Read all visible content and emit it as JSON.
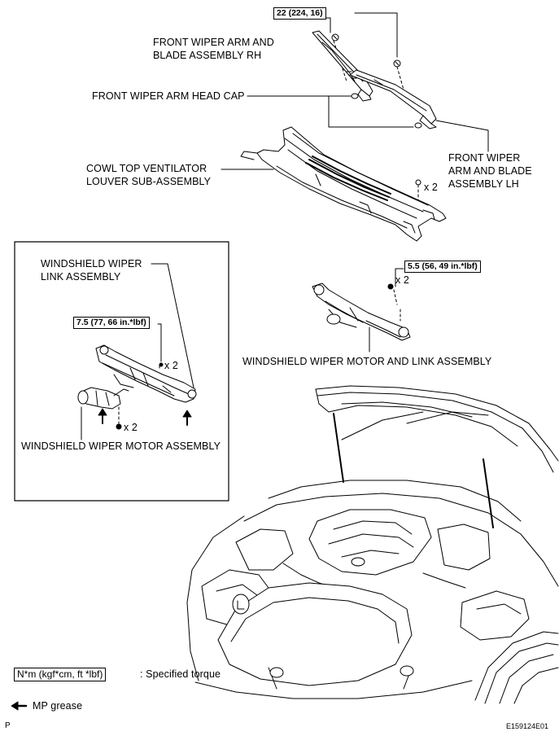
{
  "torque_top": "22 (224, 16)",
  "torque_inset": "7.5 (77, 66 in.*lbf)",
  "torque_right": "5.5 (56, 49 in.*lbf)",
  "labels": {
    "arm_rh": "FRONT WIPER ARM AND\nBLADE ASSEMBLY RH",
    "head_cap": "FRONT WIPER ARM HEAD CAP",
    "cowl": "COWL TOP VENTILATOR\nLOUVER SUB-ASSEMBLY",
    "arm_lh": "FRONT WIPER\nARM AND BLADE\nASSEMBLY LH",
    "link_assy": "WINDSHIELD WIPER\nLINK ASSEMBLY",
    "motor_assy": "WINDSHIELD WIPER MOTOR ASSEMBLY",
    "motor_link_assy": "WINDSHIELD WIPER MOTOR AND LINK ASSEMBLY"
  },
  "qty": {
    "cowl_clip": "x 2",
    "inset_bolt": "x 2",
    "inset_motor_bolt": "x 2",
    "right_bolt": "x 2"
  },
  "legend": {
    "torque_symbol": "N*m (kgf*cm, ft *lbf)",
    "torque_text": ": Specified torque",
    "grease_text": "MP grease"
  },
  "footer": {
    "left": "P",
    "right": "E159124E01"
  }
}
